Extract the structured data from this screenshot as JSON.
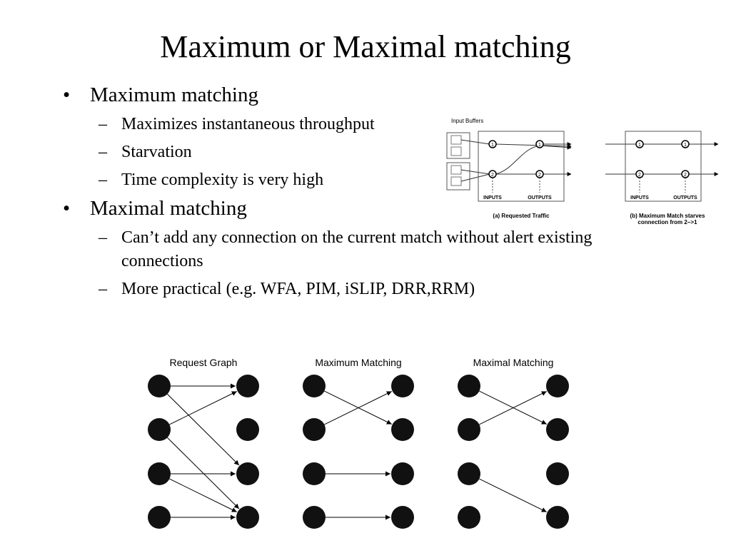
{
  "slide": {
    "title": "Maximum or Maximal matching",
    "bullet_mark": "•",
    "dash_mark": "–",
    "bullets": [
      {
        "text": "Maximum matching",
        "sub": [
          "Maximizes instantaneous throughput",
          "Starvation",
          "Time complexity is very high"
        ]
      },
      {
        "text": "Maximal matching",
        "sub": [
          "Can’t add any connection on the current match without alert existing connections",
          "More practical (e.g. WFA, PIM, iSLIP, DRR,RRM)"
        ]
      }
    ]
  },
  "switch_figure": {
    "input_buffers_label": "Input Buffers",
    "inputs_label": "INPUTS",
    "outputs_label": "OUTPUTS",
    "port_1": "1",
    "port_2": "2",
    "caption_a": "(a) Requested Traffic",
    "caption_b_line1": "(b) Maximum Match starves",
    "caption_b_line2": "connection from 2−>1"
  },
  "graphs": [
    {
      "title": "Request Graph",
      "edges": [
        [
          1,
          1
        ],
        [
          1,
          3
        ],
        [
          2,
          1
        ],
        [
          2,
          4
        ],
        [
          3,
          3
        ],
        [
          3,
          4
        ],
        [
          4,
          4
        ]
      ]
    },
    {
      "title": "Maximum Matching",
      "edges": [
        [
          1,
          2
        ],
        [
          2,
          1
        ],
        [
          3,
          3
        ],
        [
          4,
          4
        ]
      ]
    },
    {
      "title": "Maximal Matching",
      "edges": [
        [
          1,
          2
        ],
        [
          2,
          1
        ],
        [
          3,
          4
        ]
      ]
    }
  ]
}
